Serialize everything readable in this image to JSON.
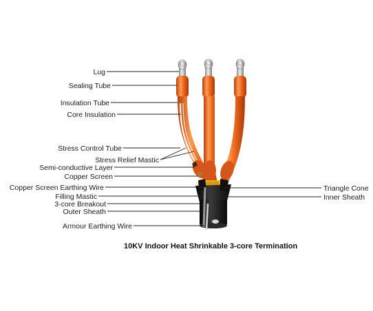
{
  "caption": "10KV Indoor Heat Shrinkable 3-core Termination",
  "labels": {
    "lug": "Lug",
    "sealing_tube": "Sealing Tube",
    "insulation_tube": "Insulation Tube",
    "core_insulation": "Core Insulation",
    "stress_control_tube": "Stress Control  Tube",
    "stress_relief_mastic": "Stress Relief Mastic",
    "semi_conductive_layer": "Semi-conductive Layer",
    "copper_screen": "Copper Screen",
    "copper_screen_earthing_wire": "Copper Screen Earthing Wire",
    "filling_mastic": "Filling Mastic",
    "three_core_breakout": "3-core Breakout",
    "outer_sheath": "Outer Sheath",
    "armour_earthing_wire": "Armour Earthing Wire",
    "triangle_cone": "Triangle Cone",
    "inner_sheath": "Inner Sheath"
  },
  "colors": {
    "insulation_orange": "#e8641c",
    "insulation_highlight": "#ffb27a",
    "outer_sheath_black": "#1c1c1c",
    "filling_mastic_yellow": "#e9b21a",
    "lug_silver": "#c9c9c9"
  }
}
